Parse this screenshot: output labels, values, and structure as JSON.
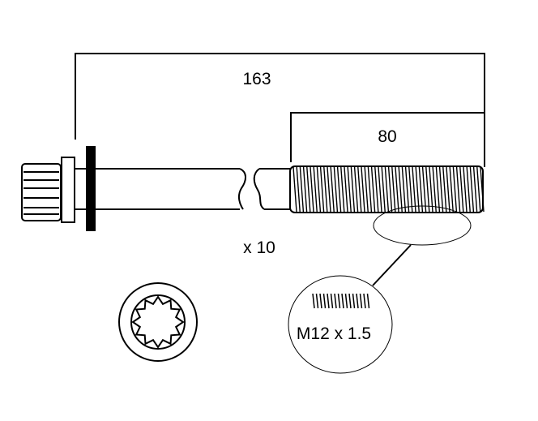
{
  "diagram": {
    "subject": "Cylinder head bolt",
    "dimensions": {
      "overall_length": "163",
      "thread_length": "80"
    },
    "quantity": "x 10",
    "thread_spec": "M12 x 1.5",
    "head_type_icon": "12-point-spline-head-icon",
    "colors": {
      "line": "#000000",
      "background": "#ffffff"
    }
  }
}
